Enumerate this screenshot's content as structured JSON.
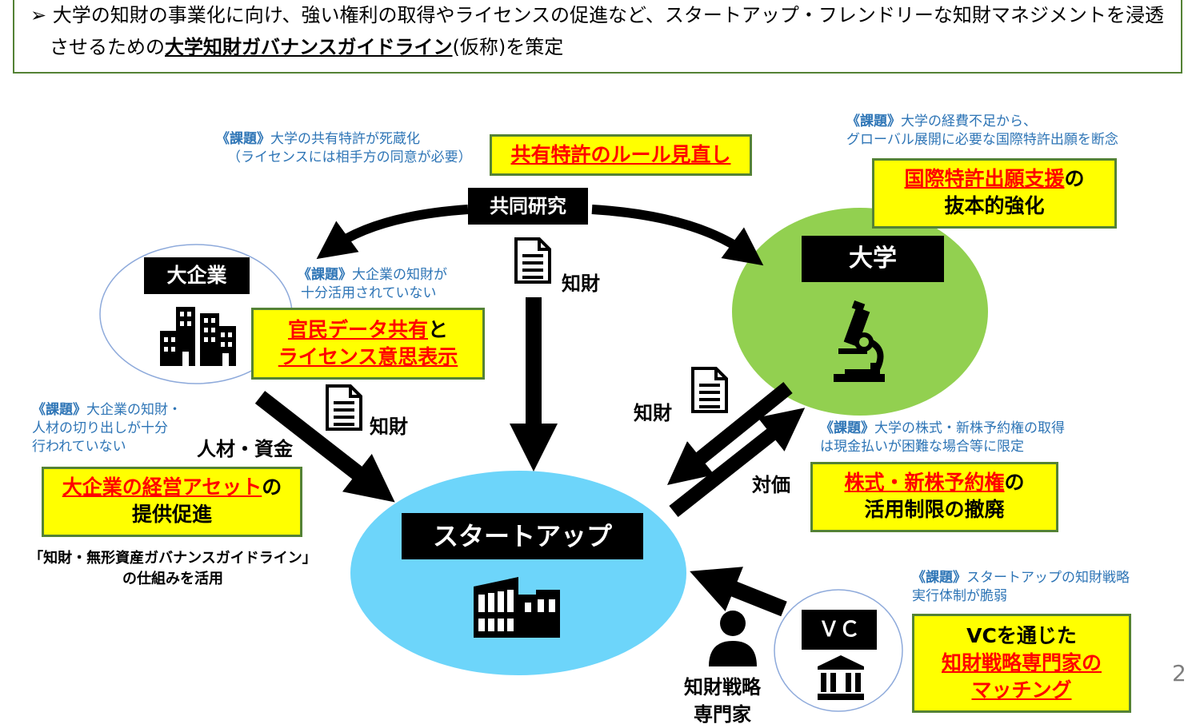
{
  "header": {
    "line1": "➢ 大学の知財の事業化に向け、強い権利の取得やライセンスの促進など、スタートアップ・フレンドリーな知財マネジメントを浸透",
    "line2_prefix": "させるための",
    "line2_bold": "大学知財ガバナンスガイドライン",
    "line2_suffix": "(仮称)を策定"
  },
  "entities": {
    "large_company": "大企業",
    "university": "大学",
    "startup": "スタートアップ",
    "vc": "ＶＣ",
    "joint_research": "共同研究"
  },
  "issue_tag": "《課題》",
  "issues": {
    "co_patent": {
      "line1": "大学の共有特許が死蔵化",
      "line2": "（ライセンスには相手方の同意が必要）"
    },
    "university_cost": {
      "line1": "大学の経費不足から、",
      "line2": "グローバル展開に必要な国際特許出願を断念"
    },
    "company_ip": {
      "line1": "大企業の知財が",
      "line2": "十分活用されていない"
    },
    "carve_out": {
      "line1": "大企業の知財・",
      "line2": "人材の切り出しが十分",
      "line3": "行われていない"
    },
    "stock": {
      "line1": "大学の株式・新株予約権の取得",
      "line2": "は現金払いが困難な場合等に限定"
    },
    "startup_strategy": {
      "line1": "スタートアップの知財戦略",
      "line2": "実行体制が脆弱"
    }
  },
  "measures": {
    "co_patent_rule": "共有特許のルール見直し",
    "intl_patent_red": "国際特許出願支援",
    "intl_patent_suffix": "の",
    "intl_patent_line2": "抜本的強化",
    "data_share_red": "官民データ共有",
    "data_share_suffix": "と",
    "license_red": "ライセンス意思表示",
    "assets_red": "大企業の経営アセット",
    "assets_suffix": "の",
    "assets_line2": "提供促進",
    "stock_red": "株式・新株予約権",
    "stock_suffix": "の",
    "stock_line2": "活用制限の撤廃",
    "vc_line1": "VCを通じた",
    "vc_red1": "知財戦略専門家の",
    "vc_red2": "マッチング"
  },
  "flow_labels": {
    "ip_top": "知財",
    "ip_left": "知財",
    "ip_right": "知財",
    "talent_funds": "人材・資金",
    "consideration": "対価",
    "expert_line1": "知財戦略",
    "expert_line2": "専門家"
  },
  "note": {
    "line1": "「知財・無形資産ガバナンスガイドライン」",
    "line2": "の仕組みを活用"
  },
  "page_number": "2",
  "icons": [
    "document-icon",
    "building-icon",
    "microscope-icon",
    "factory-icon",
    "person-icon",
    "bank-icon"
  ],
  "colors": {
    "university_circle": "#92d050",
    "startup_circle": "#6dd5fa",
    "measure_fill": "#ffff00",
    "measure_border": "#548235",
    "issue_text": "#2e75b6",
    "emphasis": "#ff0000"
  }
}
